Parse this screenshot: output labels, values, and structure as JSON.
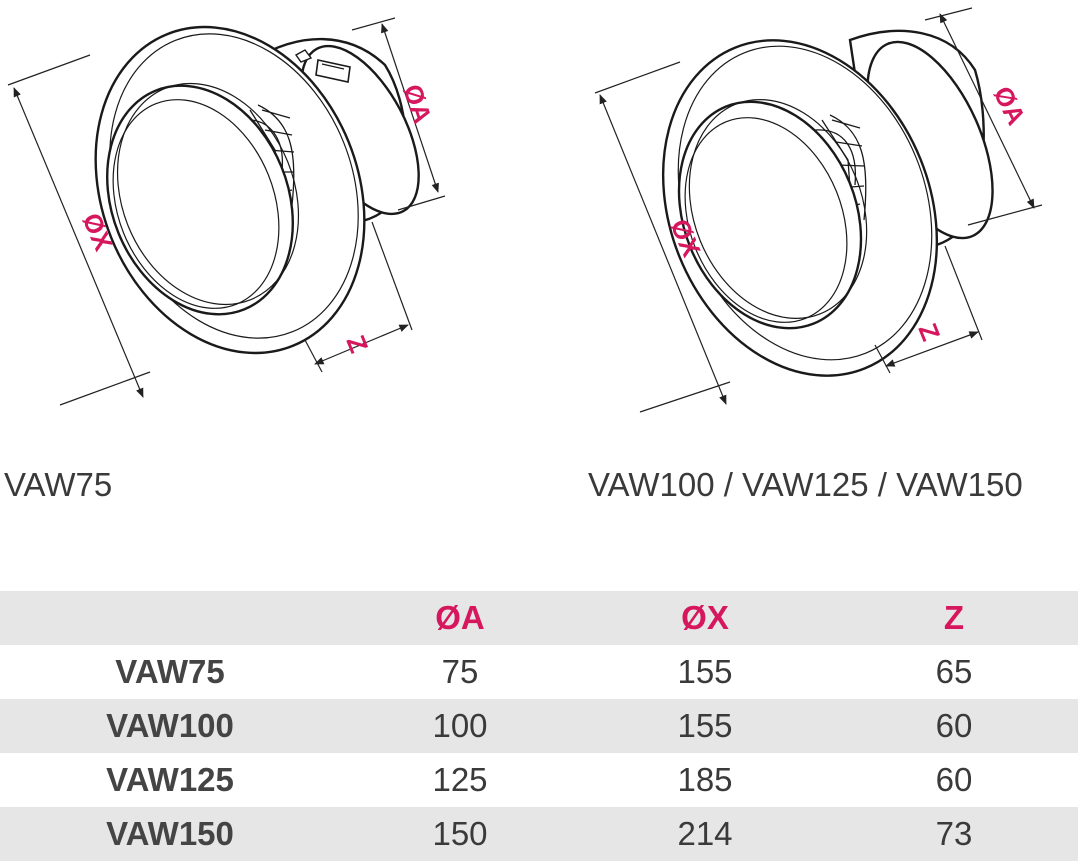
{
  "figure": {
    "dimension_labels": {
      "a": "ØA",
      "x": "ØX",
      "z": "Z"
    },
    "captions": {
      "left": "VAW75",
      "right": "VAW100 / VAW125 / VAW150"
    }
  },
  "table": {
    "headers": [
      "",
      "ØA",
      "ØX",
      "Z"
    ],
    "rows": [
      {
        "model": "VAW75",
        "a": "75",
        "x": "155",
        "z": "65"
      },
      {
        "model": "VAW100",
        "a": "100",
        "x": "155",
        "z": "60"
      },
      {
        "model": "VAW125",
        "a": "125",
        "x": "185",
        "z": "60"
      },
      {
        "model": "VAW150",
        "a": "150",
        "x": "214",
        "z": "73"
      }
    ]
  }
}
